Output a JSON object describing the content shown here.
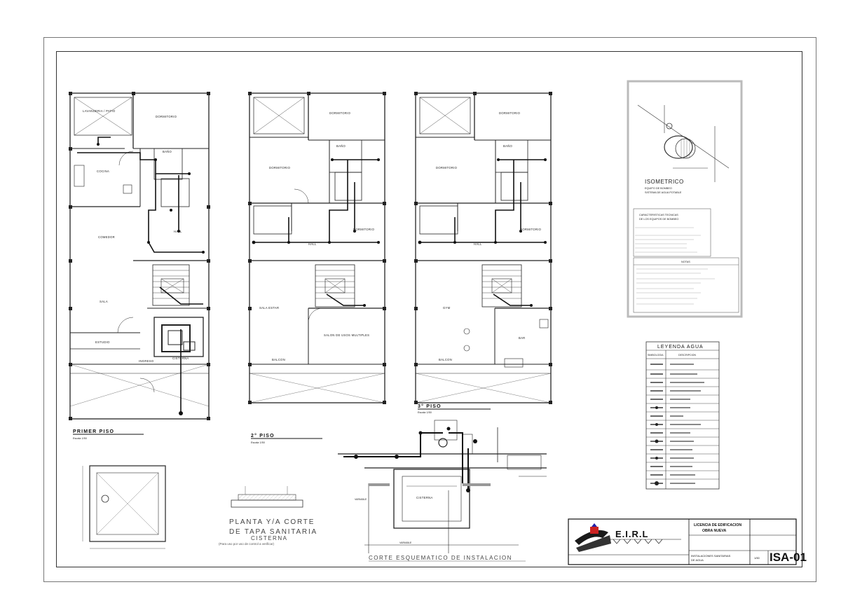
{
  "plans": {
    "floor1": {
      "title": "PRIMER PISO",
      "scale": "Escala 1/50",
      "rooms": {
        "lavanderia": "LAVANDERIA / PATIO",
        "dormitorio": "DORMITORIO",
        "cocina": "COCINA",
        "bano": "BAÑO",
        "comedor": "COMEDOR",
        "sala": "SALA",
        "hall": "HALL",
        "estudio": "ESTUDIO",
        "ingreso": "INGRESO",
        "cisterna": "CISTERNA"
      }
    },
    "floor2": {
      "title": "2° PISO",
      "scale": "Escala 1/50",
      "rooms": {
        "dorm1": "DORMITORIO",
        "dorm2": "DORMITORIO",
        "dorm3": "DORMITORIO",
        "bano": "BAÑO",
        "hall": "HALL",
        "sala_estar": "SALA ESTAR",
        "salon": "SALON DE USOS MULTIPLES",
        "balcon": "BALCON"
      }
    },
    "floor3": {
      "title": "3° PISO",
      "scale": "Escala 1/50",
      "rooms": {
        "dorm1": "DORMITORIO",
        "dorm2": "DORMITORIO",
        "dorm3": "DORMITORIO",
        "bano": "BAÑO",
        "hall": "HALL",
        "gym": "GYM",
        "bar": "BAR",
        "balcon": "BALCON"
      }
    }
  },
  "isometric": {
    "title": "ISOMETRICO",
    "subtitle1": "EQUIPO DE BOMBEO",
    "subtitle2": "SISTEMA DE AGUA POTABLE",
    "char_title1": "CARACTERISTICAS TECNICAS",
    "char_title2": "DE LOS EQUIPOS DE BOMBEO",
    "notes_title": "NOTAS"
  },
  "legend": {
    "title": "LEYENDA  AGUA",
    "col1": "SIMBOLOGIA",
    "col2": "DESCRIPCION"
  },
  "cisterna_section": {
    "caption1": "PLANTA Y/A CORTE",
    "caption2": "DE TAPA SANITARIA",
    "caption3": "CISTERNA",
    "caption4": "(Para uso por uso de control a verificar)"
  },
  "corte": {
    "caption": "CORTE ESQUEMATICO DE INSTALACION",
    "cisterna_label": "CISTERNA",
    "variable1": "VARIABLE",
    "variable2": "VARIABLE"
  },
  "title_block": {
    "company": "E.I.R.L",
    "license": "LICENCIA DE EDIFICACION",
    "project": "OBRA NUEVA",
    "drawing": "INSTALACIONES SANITARIAS",
    "drawing2": "DE AGUA",
    "sheet": "ISA-01",
    "scale": "1/50"
  },
  "colors": {
    "line": "#222222",
    "pipe": "#111111",
    "frame": "#333333"
  }
}
